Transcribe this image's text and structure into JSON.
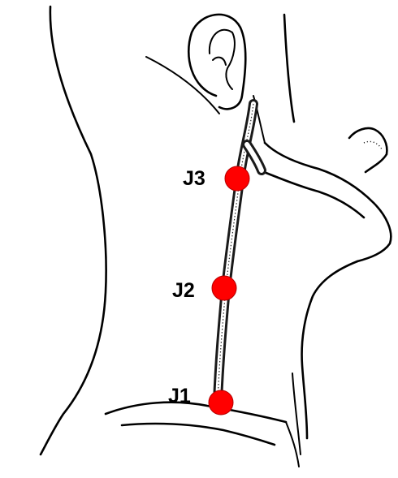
{
  "colors": {
    "marker": "#ff0000",
    "line": "#000000",
    "background": "#ffffff"
  },
  "markers": [
    {
      "label": "J1"
    },
    {
      "label": "J2"
    },
    {
      "label": "J3"
    }
  ]
}
